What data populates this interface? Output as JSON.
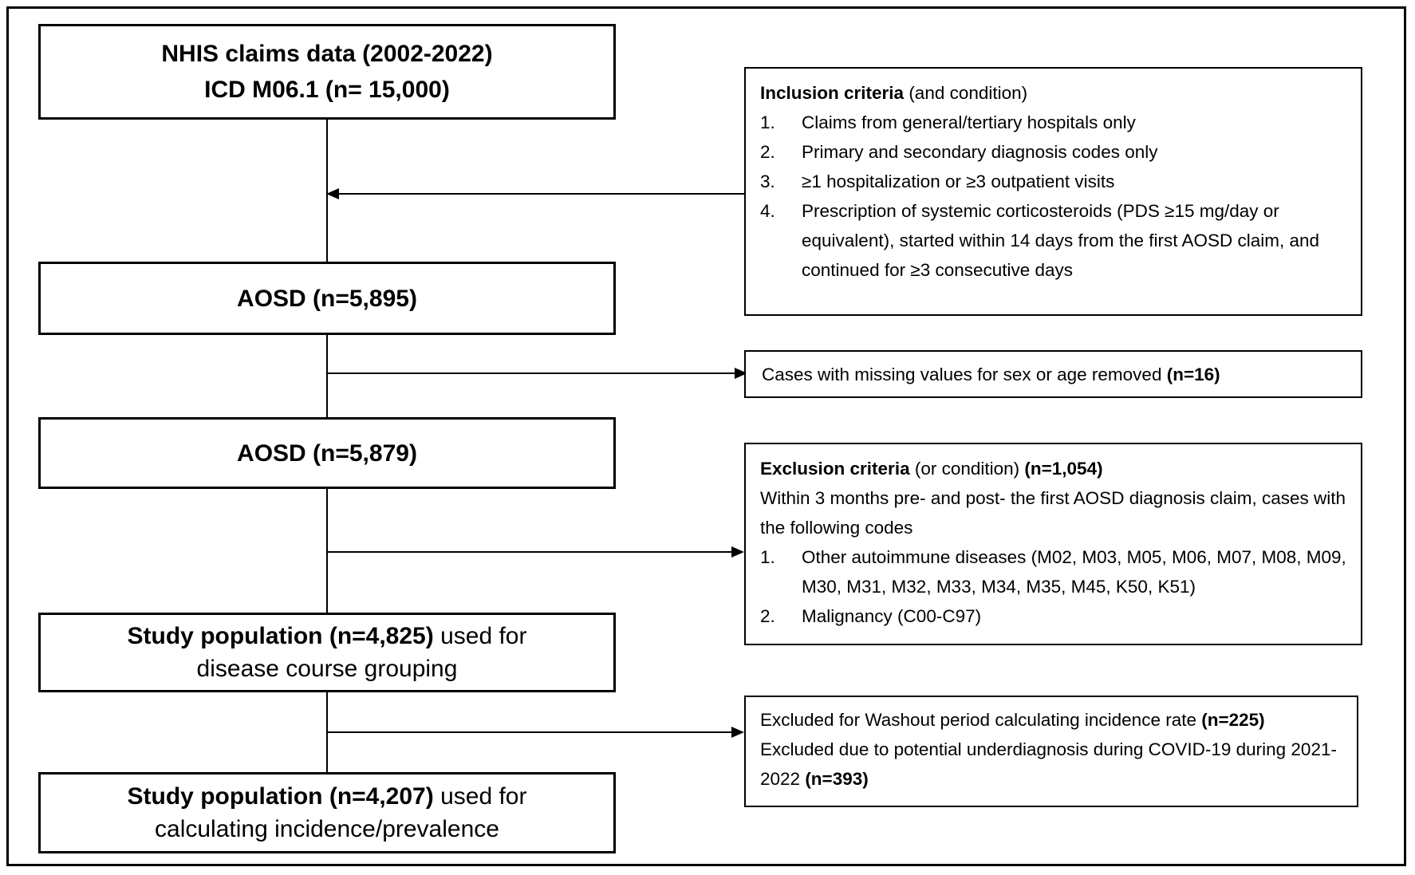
{
  "colors": {
    "ink": "#000000",
    "background": "#ffffff"
  },
  "flow": {
    "nhis": {
      "line1": "NHIS claims data (2002-2022)",
      "line2": "ICD M06.1 (n= 15,000)"
    },
    "aosd1": {
      "label": "AOSD (n=5,895)"
    },
    "aosd2": {
      "label": "AOSD (n=5,879)"
    },
    "study1": {
      "bold": "Study population (n=4,825)",
      "rest": " used for",
      "line2": "disease course grouping"
    },
    "study2": {
      "bold": "Study population (n=4,207)",
      "rest": " used for",
      "line2": "calculating incidence/prevalence"
    }
  },
  "inclusion": {
    "title_bold": "Inclusion criteria",
    "title_rest": " (and condition)",
    "items": [
      {
        "num": "1.",
        "text": "Claims from general/tertiary hospitals only"
      },
      {
        "num": "2.",
        "text": "Primary and secondary diagnosis codes only"
      },
      {
        "num": "3.",
        "text": "≥1 hospitalization or ≥3 outpatient visits"
      },
      {
        "num": "4.",
        "text": "Prescription of systemic corticosteroids (PDS ≥15 mg/day or equivalent), started within 14 days from the first AOSD claim, and continued for ≥3 consecutive days"
      }
    ]
  },
  "missing": {
    "text": "Cases with missing values for sex or age removed ",
    "n": "(n=16)"
  },
  "exclusion": {
    "title_bold": "Exclusion criteria",
    "title_mid": " (or condition) ",
    "title_n": "(n=1,054)",
    "intro": "Within 3 months pre- and post- the first AOSD diagnosis claim, cases with the following codes",
    "items": [
      {
        "num": "1.",
        "text": "Other autoimmune diseases (M02, M03, M05, M06, M07, M08, M09, M30, M31, M32, M33, M34, M35, M45, K50, K51)"
      },
      {
        "num": "2.",
        "text": "Malignancy (C00-C97)"
      }
    ]
  },
  "washout": {
    "line1_text": "Excluded for Washout period calculating incidence rate ",
    "line1_n": "(n=225)",
    "line2_text": "Excluded due to potential underdiagnosis during COVID-19 during 2021-2022 ",
    "line2_n": "(n=393)"
  }
}
